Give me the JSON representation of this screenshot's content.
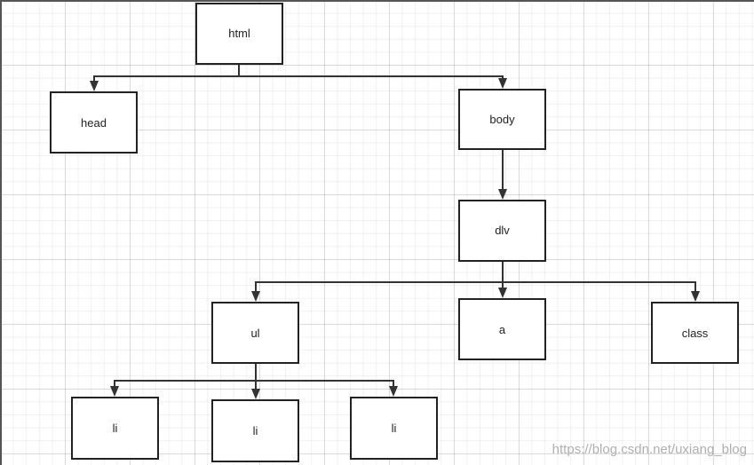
{
  "nodes": {
    "html": "html",
    "head": "head",
    "body": "body",
    "div": "dlv",
    "ul": "ul",
    "a": "a",
    "class": "class",
    "li_1": "li",
    "li_2": "li",
    "li_3": "li"
  },
  "watermark": "https://blog.csdn.net/uxiang_blog"
}
